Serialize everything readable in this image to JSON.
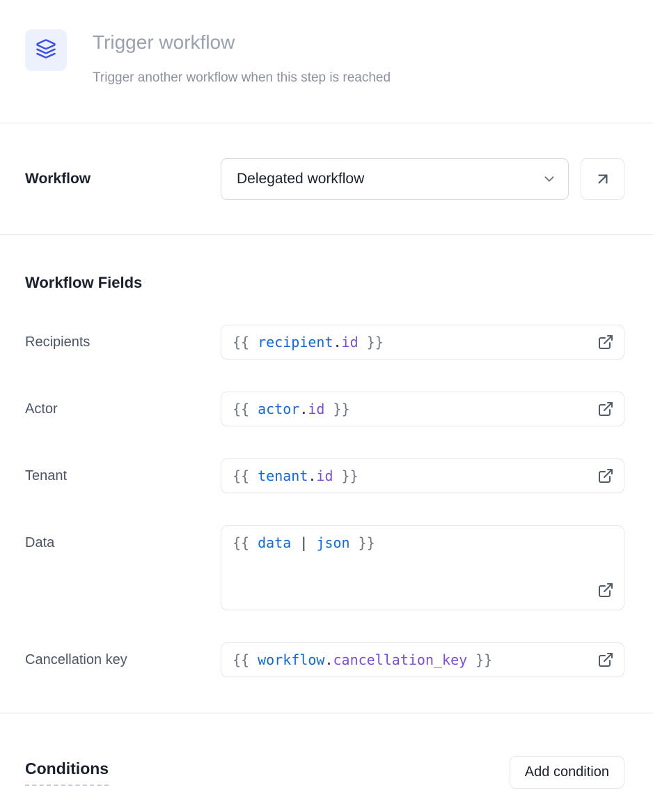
{
  "header": {
    "icon": "layers-icon",
    "title": "Trigger workflow",
    "subtitle": "Trigger another workflow when this step is reached"
  },
  "workflow": {
    "label": "Workflow",
    "selected_option": "Delegated workflow",
    "select_chevron_icon": "chevron-down-icon",
    "open_workflow_icon": "arrow-up-right-icon"
  },
  "fields": {
    "heading": "Workflow Fields",
    "external_link_icon": "external-link-icon",
    "rows": [
      {
        "label": "Recipients",
        "value": "{{ recipient.id }}",
        "tokens": [
          {
            "t": "{{ ",
            "c": "brace"
          },
          {
            "t": "recipient",
            "c": "var"
          },
          {
            "t": ".",
            "c": "dot"
          },
          {
            "t": "id",
            "c": "prop"
          },
          {
            "t": " }}",
            "c": "brace"
          }
        ]
      },
      {
        "label": "Actor",
        "value": "{{ actor.id }}",
        "tokens": [
          {
            "t": "{{ ",
            "c": "brace"
          },
          {
            "t": "actor",
            "c": "var"
          },
          {
            "t": ".",
            "c": "dot"
          },
          {
            "t": "id",
            "c": "prop"
          },
          {
            "t": " }}",
            "c": "brace"
          }
        ]
      },
      {
        "label": "Tenant",
        "value": "{{ tenant.id }}",
        "tokens": [
          {
            "t": "{{ ",
            "c": "brace"
          },
          {
            "t": "tenant",
            "c": "var"
          },
          {
            "t": ".",
            "c": "dot"
          },
          {
            "t": "id",
            "c": "prop"
          },
          {
            "t": " }}",
            "c": "brace"
          }
        ]
      },
      {
        "label": "Data",
        "value": "{{ data | json }}",
        "tokens": [
          {
            "t": "{{ ",
            "c": "brace"
          },
          {
            "t": "data",
            "c": "var"
          },
          {
            "t": " ",
            "c": "plain"
          },
          {
            "t": "|",
            "c": "pipe"
          },
          {
            "t": " ",
            "c": "plain"
          },
          {
            "t": "json",
            "c": "var"
          },
          {
            "t": " }}",
            "c": "brace"
          }
        ]
      },
      {
        "label": "Cancellation key",
        "value": "{{ workflow.cancellation_key }}",
        "tokens": [
          {
            "t": "{{ ",
            "c": "brace"
          },
          {
            "t": "workflow",
            "c": "var"
          },
          {
            "t": ".",
            "c": "dot"
          },
          {
            "t": "cancellation_key",
            "c": "prop"
          },
          {
            "t": " }}",
            "c": "brace"
          }
        ]
      }
    ]
  },
  "conditions": {
    "heading": "Conditions",
    "add_button_label": "Add condition"
  },
  "colors": {
    "accent_blue": "#3b52e0",
    "icon_tile_bg": "#edf1fe",
    "code_variable": "#1868d3",
    "code_property": "#7a4fd1",
    "code_brace": "#6e7781",
    "muted_title": "#9aa1ae",
    "divider": "#e7e9ec"
  }
}
